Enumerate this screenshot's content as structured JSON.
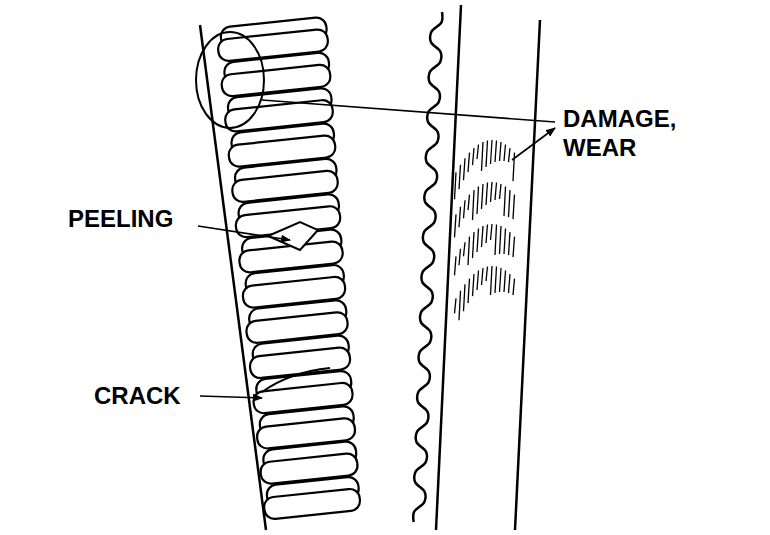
{
  "diagram": {
    "labels": [
      "DAMAGE, WEAR",
      "PEELING",
      "CRACK"
    ]
  }
}
